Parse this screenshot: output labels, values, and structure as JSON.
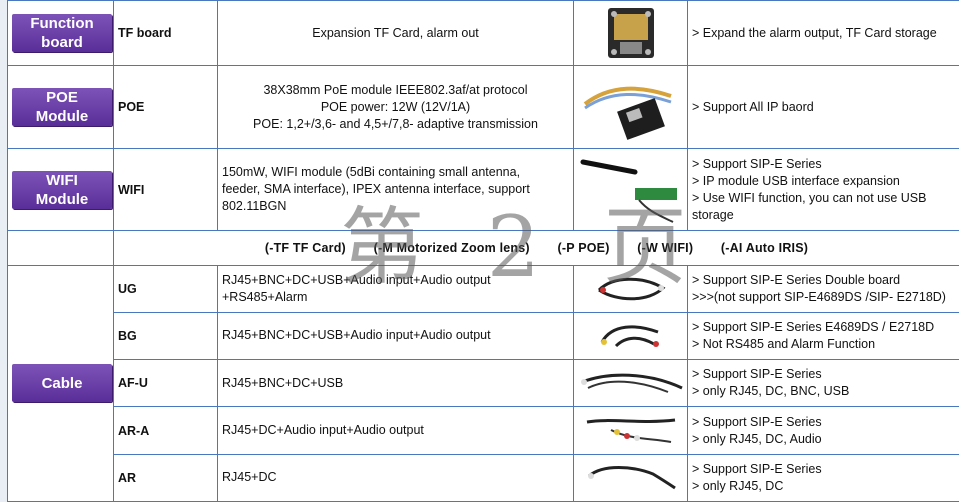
{
  "rows": {
    "tf": {
      "category": "Function\nboard",
      "code": "TF  board",
      "desc": "Expansion  TF Card, alarm out",
      "image": "tf-board-photo",
      "notes": [
        "> Expand the alarm output, TF Card storage"
      ]
    },
    "poe": {
      "category": "POE\nModule",
      "code": "POE",
      "desc": [
        "38X38mm PoE module   IEEE802.3af/at protocol",
        "POE power: 12W (12V/1A)",
        "POE: 1,2+/3,6- and 4,5+/7,8- adaptive transmission"
      ],
      "image": "poe-module-photo",
      "notes": [
        "> Support All IP baord"
      ]
    },
    "wifi": {
      "category": "WIFI\nModule",
      "code": "WIFI",
      "desc": [
        "150mW, WIFI module (5dBi containing small antenna,",
        "feeder, SMA interface), IPEX antenna interface, support",
        "802.11BGN"
      ],
      "image": "wifi-antenna-photo",
      "notes": [
        "> Support SIP-E Series",
        "> IP module USB interface expansion",
        "> Use WIFI function, you can not use USB",
        "storage"
      ]
    }
  },
  "legend": [
    "(-TF  TF Card)",
    "(-M  Motorized Zoom lens)",
    "(-P   POE)",
    "(-W   WIFI)",
    "(-AI   Auto IRIS)"
  ],
  "cable": {
    "category": "Cable",
    "items": [
      {
        "code": "UG",
        "desc": [
          "RJ45+BNC+DC+USB+Audio input+Audio output",
          "+RS485+Alarm"
        ],
        "image": "ug-cable-photo",
        "notes": [
          "> Support SIP-E Series Double board",
          ">>>(not support SIP-E4689DS /SIP- E2718D)"
        ]
      },
      {
        "code": "BG",
        "desc": [
          "RJ45+BNC+DC+USB+Audio input+Audio output"
        ],
        "image": "bg-cable-photo",
        "notes": [
          "> Support SIP-E Series E4689DS / E2718D",
          "> Not RS485 and Alarm Function"
        ]
      },
      {
        "code": "AF-U",
        "desc": [
          "RJ45+BNC+DC+USB"
        ],
        "image": "afu-cable-photo",
        "notes": [
          "> Support SIP-E Series",
          "> only RJ45, DC, BNC, USB"
        ]
      },
      {
        "code": "AR-A",
        "desc": [
          "RJ45+DC+Audio input+Audio output"
        ],
        "image": "ara-cable-photo",
        "notes": [
          "> Support SIP-E Series",
          "> only RJ45, DC, Audio"
        ]
      },
      {
        "code": "AR",
        "desc": [
          "RJ45+DC"
        ],
        "image": "ar-cable-photo",
        "notes": [
          "> Support SIP-E Series",
          "> only RJ45, DC"
        ]
      }
    ]
  },
  "watermark": "第 2 页"
}
